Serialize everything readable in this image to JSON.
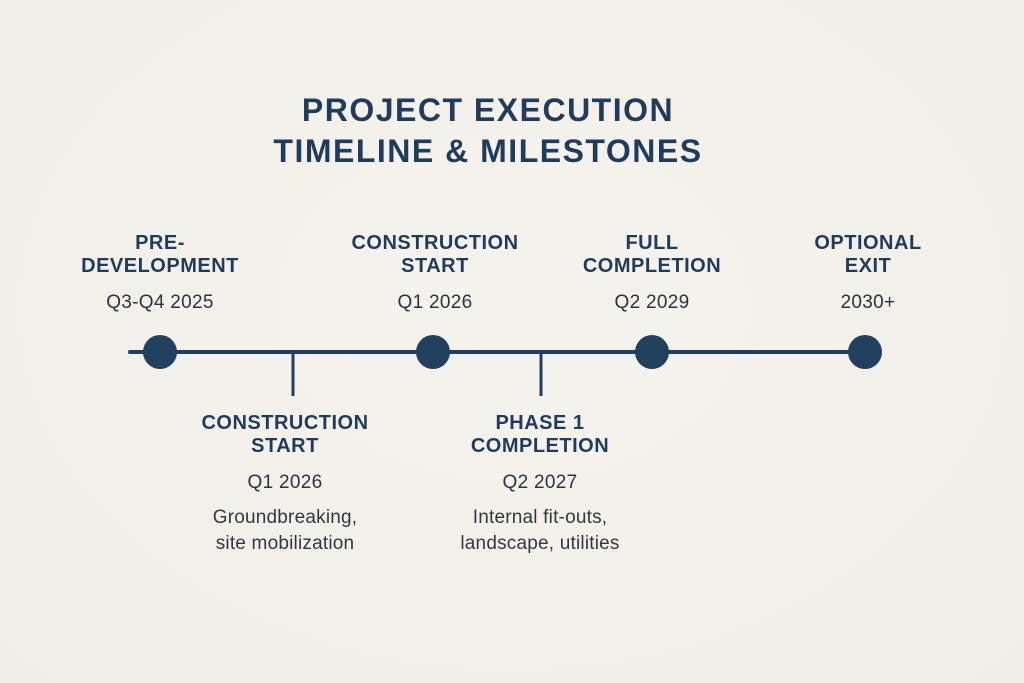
{
  "title": {
    "line1": "PROJECT EXECUTION",
    "line2": "TIMELINE & MILESTONES"
  },
  "timeline": {
    "above_milestones": [
      {
        "label": "PRE-DEVELOPMENT",
        "date": "Q3-Q4 2025"
      },
      {
        "label": "CONSTRUCTION START",
        "date": "Q1 2026"
      },
      {
        "label": "FULL COMPLETION",
        "date": "Q2 2029"
      },
      {
        "label": "OPTIONAL EXIT",
        "date": "2030+"
      }
    ],
    "below_milestones": [
      {
        "label": "CONSTRUCTION START",
        "date": "Q1 2026",
        "description": "Groundbreaking, site mobilization"
      },
      {
        "label": "PHASE 1 COMPLETION",
        "date": "Q2 2027",
        "description": "Internal fit-outs, landscape, utilities"
      }
    ]
  },
  "colors": {
    "navy": "#21405E",
    "heading_navy": "#1F3C5C",
    "text_dark": "#2E323D",
    "background": "#F2F0E9"
  }
}
